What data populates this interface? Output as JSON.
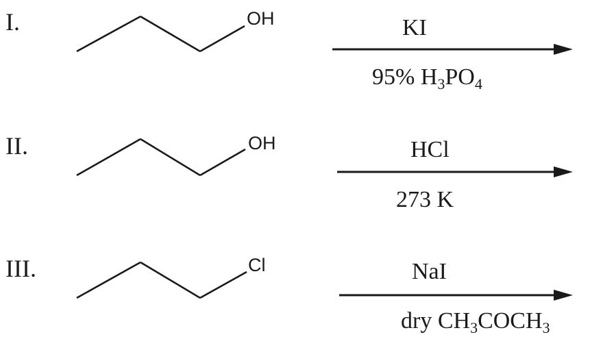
{
  "reactions": [
    {
      "label": "I.",
      "terminal_atom": "OH",
      "reagent_above": "KI",
      "reagent_below": [
        {
          "t": "95% H",
          "sub": false
        },
        {
          "t": "3",
          "sub": true
        },
        {
          "t": "PO",
          "sub": false
        },
        {
          "t": "4",
          "sub": true
        }
      ]
    },
    {
      "label": "II.",
      "terminal_atom": "OH",
      "reagent_above": "HCl",
      "reagent_below": [
        {
          "t": "273 K",
          "sub": false
        }
      ]
    },
    {
      "label": "III.",
      "terminal_atom": "Cl",
      "reagent_above": "NaI",
      "reagent_below": [
        {
          "t": "dry CH",
          "sub": false
        },
        {
          "t": "3",
          "sub": true
        },
        {
          "t": "COCH",
          "sub": false
        },
        {
          "t": "3",
          "sub": true
        }
      ]
    }
  ],
  "colors": {
    "ink": "#1a1a1a",
    "background": "#ffffff"
  }
}
